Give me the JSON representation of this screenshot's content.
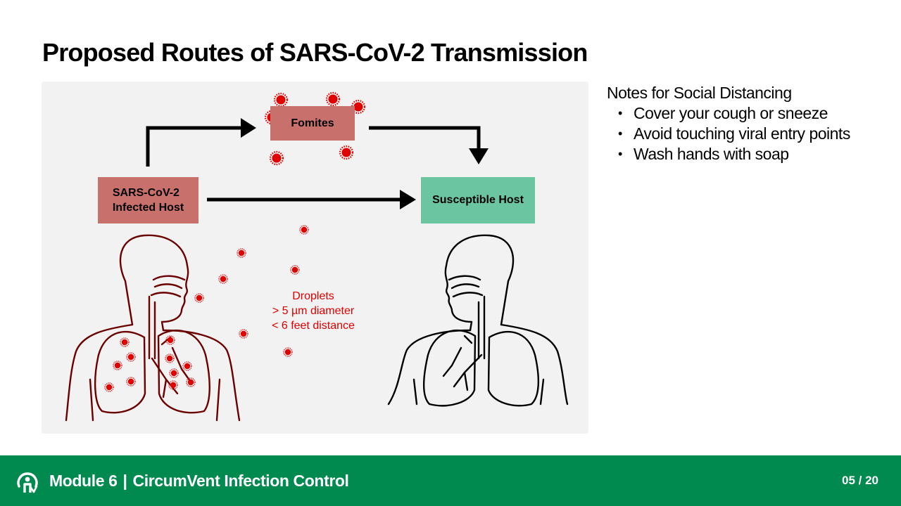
{
  "slide": {
    "title": "Proposed Routes of SARS-CoV-2 Transmission"
  },
  "diagram": {
    "fomites_label": "Fomites",
    "infected_host_line1": "SARS-CoV-2",
    "infected_host_line2": "Infected Host",
    "susceptible_host_label": "Susceptible Host",
    "droplets_line1": "Droplets",
    "droplets_line2": "> 5 µm diameter",
    "droplets_line3": "< 6 feet distance",
    "colors": {
      "panel": "#f2f2f2",
      "infected_box": "#c8706b",
      "susceptible_box": "#6cc5a1",
      "virus": "#e00000",
      "infected_figure": "#6b0000",
      "healthy_figure": "#000000"
    }
  },
  "notes": {
    "heading": "Notes for Social Distancing",
    "items": [
      "Cover your cough or sneeze",
      "Avoid touching viral entry points",
      "Wash hands with soap"
    ]
  },
  "footer": {
    "module": "Module 6",
    "separator": "|",
    "course": "CircumVent Infection Control",
    "page": "05 / 20",
    "logo_icon": "person-wave-icon",
    "color": "#008a4f"
  }
}
